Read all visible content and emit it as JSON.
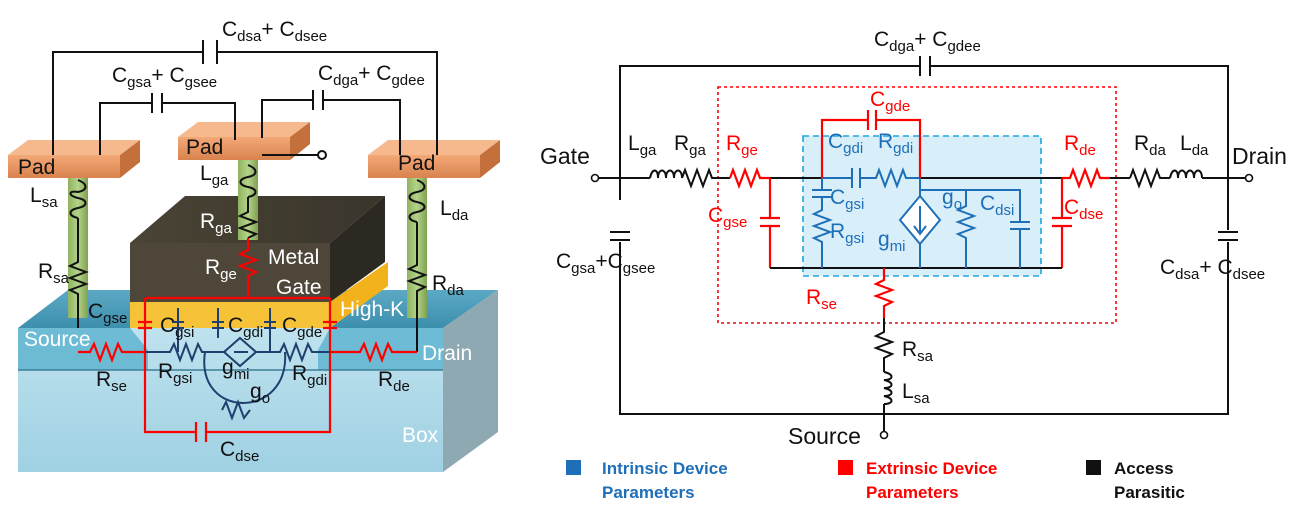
{
  "left_diagram": {
    "top_cap_label": {
      "main": "C",
      "sub1": "dsa",
      "plus": "+ C",
      "sub2": "dsee"
    },
    "gs_cap_label": {
      "main": "C",
      "sub1": "gsa",
      "plus": "+ C",
      "sub2": "gsee"
    },
    "gd_cap_label": {
      "main": "C",
      "sub1": "dga",
      "plus": "+ C",
      "sub2": "gdee"
    },
    "pad_left": "Pad",
    "pad_center": "Pad",
    "pad_right": "Pad",
    "lsa": {
      "main": "L",
      "sub": "sa"
    },
    "rsa": {
      "main": "R",
      "sub": "sa"
    },
    "lga": {
      "main": "L",
      "sub": "ga"
    },
    "rga": {
      "main": "R",
      "sub": "ga"
    },
    "rge": {
      "main": "R",
      "sub": "ge"
    },
    "lda": {
      "main": "L",
      "sub": "da"
    },
    "rda": {
      "main": "R",
      "sub": "da"
    },
    "metal_gate_1": "Metal",
    "metal_gate_2": "Gate",
    "high_k": "High-K",
    "source": "Source",
    "drain": "Drain",
    "box": "Box",
    "cgse": {
      "main": "C",
      "sub": "gse"
    },
    "cgsi": {
      "main": "C",
      "sub": "gsi"
    },
    "cgdi": {
      "main": "C",
      "sub": "gdi"
    },
    "cgde": {
      "main": "C",
      "sub": "gde"
    },
    "rse": {
      "main": "R",
      "sub": "se"
    },
    "rgsi": {
      "main": "R",
      "sub": "gsi"
    },
    "gmi": {
      "main": "g",
      "sub": "mi"
    },
    "rgdi": {
      "main": "R",
      "sub": "gdi"
    },
    "rde": {
      "main": "R",
      "sub": "de"
    },
    "go": {
      "main": "g",
      "sub": "o"
    },
    "cdse": {
      "main": "C",
      "sub": "dse"
    }
  },
  "right_diagram": {
    "top_cap": {
      "main": "C",
      "sub1": "dga",
      "plus": "+ C",
      "sub2": "gdee"
    },
    "gate": "Gate",
    "drain": "Drain",
    "source": "Source",
    "lga": {
      "main": "L",
      "sub": "ga"
    },
    "rga": {
      "main": "R",
      "sub": "ga"
    },
    "rge": {
      "main": "R",
      "sub": "ge"
    },
    "cgde": {
      "main": "C",
      "sub": "gde"
    },
    "cgdi": {
      "main": "C",
      "sub": "gdi"
    },
    "rgdi": {
      "main": "R",
      "sub": "gdi"
    },
    "rde": {
      "main": "R",
      "sub": "de"
    },
    "rda": {
      "main": "R",
      "sub": "da"
    },
    "lda": {
      "main": "L",
      "sub": "da"
    },
    "cgsi": {
      "main": "C",
      "sub": "gsi"
    },
    "rgsi": {
      "main": "R",
      "sub": "gsi"
    },
    "cgse": {
      "main": "C",
      "sub": "gse"
    },
    "go": {
      "main": "g",
      "sub": "o"
    },
    "gmi": {
      "main": "g",
      "sub": "mi"
    },
    "cdsi": {
      "main": "C",
      "sub": "dsi"
    },
    "cdse": {
      "main": "C",
      "sub": "dse"
    },
    "cgsa": {
      "main": "C",
      "sub1": "gsa",
      "plus": "+C",
      "sub2": "gsee"
    },
    "cdsa": {
      "main": "C",
      "sub1": "dsa",
      "plus": "+ C",
      "sub2": "dsee"
    },
    "rse": {
      "main": "R",
      "sub": "se"
    },
    "rsa": {
      "main": "R",
      "sub": "sa"
    },
    "lsa": {
      "main": "L",
      "sub": "sa"
    }
  },
  "legend": {
    "intrinsic_1": "Intrinsic Device",
    "intrinsic_2": "Parameters",
    "extrinsic_1": "Extrinsic Device",
    "extrinsic_2": "Parameters",
    "access_1": "Access",
    "access_2": "Parasitic",
    "colors": {
      "intrinsic": "#1e6fb8",
      "extrinsic": "#ff0000",
      "access": "#111111"
    }
  }
}
